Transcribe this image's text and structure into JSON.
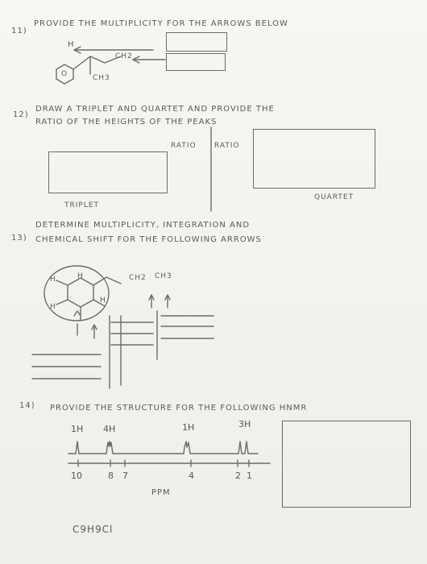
{
  "q11": {
    "number": "11)",
    "prompt": "PROVIDE THE MULTIPLICITY FOR THE ARROWS BELOW",
    "label_h": "H",
    "label_ch2": "CH2",
    "label_ch3": "CH3",
    "ring_label": "O"
  },
  "q12": {
    "number": "12)",
    "prompt_line1": "DRAW A TRIPLET AND QUARTET AND PROVIDE THE",
    "prompt_line2": "RATIO OF THE HEIGHTS OF THE PEAKS",
    "ratio_left": "RATIO",
    "ratio_right": "RATIO",
    "triplet_label": "TRIPLET",
    "quartet_label": "QUARTET"
  },
  "q13": {
    "number": "13)",
    "prompt_line1": "DETERMINE MULTIPLICITY, INTEGRATION AND",
    "prompt_line2": "CHEMICAL SHIFT FOR THE FOLLOWING ARROWS",
    "label_ch2": "CH2",
    "label_ch3": "CH3",
    "label_h_a": "H",
    "label_h_b": "H",
    "label_h_c": "H",
    "label_h_d": "H"
  },
  "q14": {
    "number": "14)",
    "prompt": "PROVIDE THE STRUCTURE FOR THE FOLLOWING HNMR",
    "peak_labels": [
      "1H",
      "4H",
      "1H",
      "3H"
    ],
    "axis_ticks": [
      "10",
      "8",
      "7",
      "4",
      "2",
      "1"
    ],
    "axis_unit": "PPM",
    "formula": "C9H9Cl"
  }
}
